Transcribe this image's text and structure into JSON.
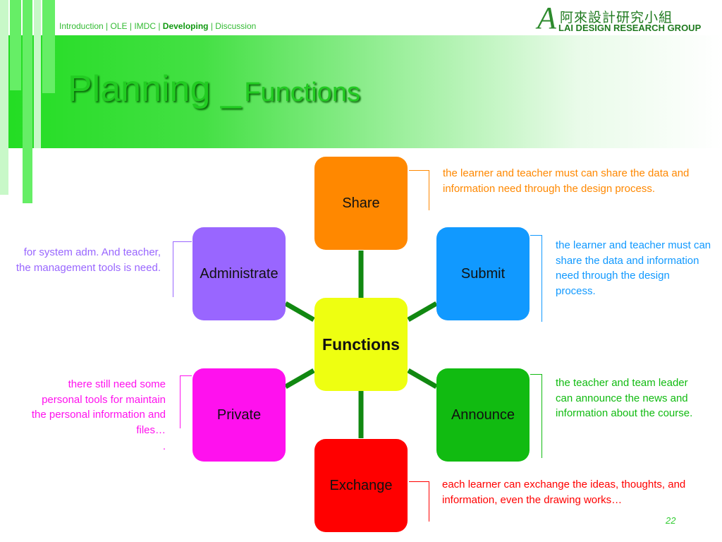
{
  "header": {
    "nav": [
      {
        "label": "Introduction",
        "active": false
      },
      {
        "label": "OLE",
        "active": false
      },
      {
        "label": "IMDC",
        "active": false
      },
      {
        "label": "Developing",
        "active": true
      },
      {
        "label": "Discussion",
        "active": false
      }
    ],
    "nav_separator": " | ",
    "logo": {
      "mark": "A",
      "chinese": "阿來設計研究小組",
      "english": "LAI DESIGN RESEARCH GROUP"
    },
    "title_main": "Planning _",
    "title_sub": "Functions"
  },
  "diagram": {
    "center": "Functions",
    "nodes": {
      "share": "Share",
      "administrate": "Administrate",
      "submit": "Submit",
      "private": "Private",
      "announce": "Announce",
      "exchange": "Exchange"
    },
    "notes": {
      "share": "the learner and teacher must can share the data and information need through the design process.",
      "submit": "the learner and teacher must can share the data and information need through the design process.",
      "administrate": "for system adm. And teacher, the management tools is need.",
      "private": "there still need some personal tools for maintain the personal information and files…",
      "private_tail": ".",
      "announce": "the teacher and team leader can announce the news and information about the course.",
      "exchange": "each learner can exchange the ideas, thoughts, and information, even the drawing works…"
    }
  },
  "colors": {
    "share": "#ff8800",
    "administrate": "#9966ff",
    "submit": "#1199ff",
    "center": "#eeff11",
    "private": "#ff11ee",
    "announce": "#11bb11",
    "exchange": "#ff0000",
    "connector": "#118811"
  },
  "page_number": "22"
}
